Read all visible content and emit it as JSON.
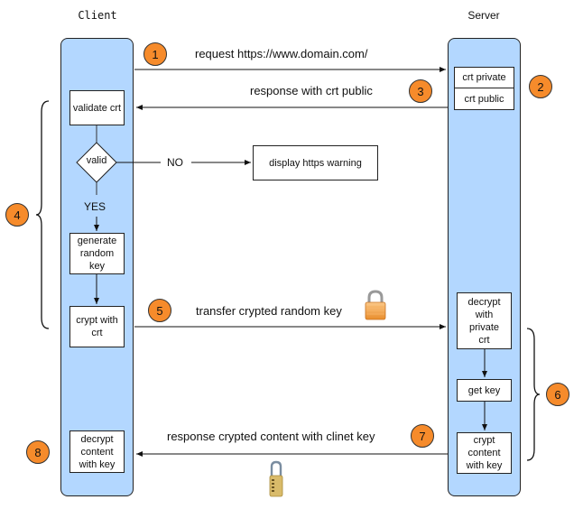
{
  "lanes": {
    "client": {
      "title": "Client"
    },
    "server": {
      "title": "Server"
    }
  },
  "client_steps": {
    "validate": "validate crt",
    "decision": "valid",
    "no_label": "NO",
    "yes_label": "YES",
    "warning": "display https warning",
    "generate": "generate random key",
    "crypt": "crypt with crt",
    "decrypt": "decrypt content with key"
  },
  "server_steps": {
    "crt_private": "crt private",
    "crt_public": "crt public",
    "decrypt": "decrypt with private crt",
    "get_key": "get key",
    "crypt": "crypt content with key"
  },
  "messages": [
    {
      "step": "1",
      "text": "request https://www.domain.com/"
    },
    {
      "step": "3",
      "text": "response with crt public"
    },
    {
      "step": "5",
      "text": "transfer crypted random key"
    },
    {
      "step": "7",
      "text": "response crypted content with clinet key"
    }
  ],
  "badges": {
    "b1": "1",
    "b2": "2",
    "b3": "3",
    "b4": "4",
    "b5": "5",
    "b6": "6",
    "b7": "7",
    "b8": "8"
  },
  "icons": {
    "lock_5": "padlock-icon",
    "lock_7": "combination-lock-icon"
  },
  "colors": {
    "lane_fill": "#b3d7ff",
    "badge_fill": "#f68b2b"
  }
}
